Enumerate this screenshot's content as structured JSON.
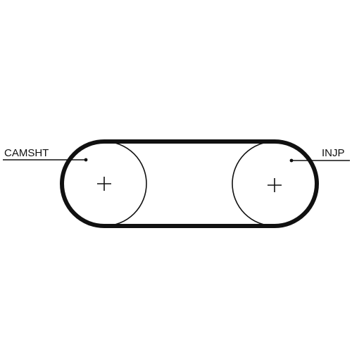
{
  "diagram": {
    "pulleys": [
      {
        "id": "left",
        "label": "CAMSHT"
      },
      {
        "id": "right",
        "label": "INJP"
      }
    ]
  },
  "colors": {
    "belt": "#111111",
    "pulley": "#111111",
    "background": "#ffffff"
  }
}
